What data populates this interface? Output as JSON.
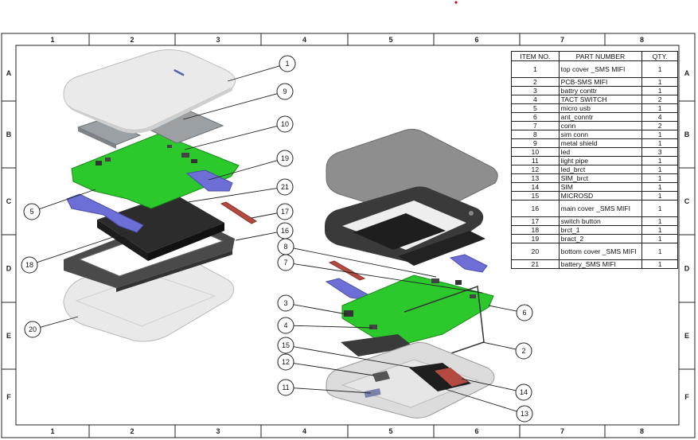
{
  "zone_columns": [
    "1",
    "2",
    "3",
    "4",
    "5",
    "6",
    "7",
    "8"
  ],
  "zone_rows": [
    "A",
    "B",
    "C",
    "D",
    "E",
    "F"
  ],
  "bom": {
    "headers": {
      "item": "ITEM NO.",
      "part": "PART NUMBER",
      "qty": "QTY."
    },
    "rows": [
      {
        "item": "1",
        "part": "top cover _SMS MIFI",
        "qty": "1"
      },
      {
        "item": "2",
        "part": "PCB-SMS MIFI",
        "qty": "1"
      },
      {
        "item": "3",
        "part": "battry conttr",
        "qty": "1"
      },
      {
        "item": "4",
        "part": "TACT SWITCH",
        "qty": "2"
      },
      {
        "item": "5",
        "part": "micro usb",
        "qty": "1"
      },
      {
        "item": "6",
        "part": "ant_conntr",
        "qty": "4"
      },
      {
        "item": "7",
        "part": "conn",
        "qty": "2"
      },
      {
        "item": "8",
        "part": "sim conn",
        "qty": "1"
      },
      {
        "item": "9",
        "part": "metal shield",
        "qty": "1"
      },
      {
        "item": "10",
        "part": "led",
        "qty": "3"
      },
      {
        "item": "11",
        "part": "light pipe",
        "qty": "1"
      },
      {
        "item": "12",
        "part": "led_brct",
        "qty": "1"
      },
      {
        "item": "13",
        "part": "SIM_brct",
        "qty": "1"
      },
      {
        "item": "14",
        "part": "SIM",
        "qty": "1"
      },
      {
        "item": "15",
        "part": "MICROSD",
        "qty": "1"
      },
      {
        "item": "16",
        "part": "main cover _SMS MIFI",
        "qty": "1"
      },
      {
        "item": "17",
        "part": "switch button",
        "qty": "1"
      },
      {
        "item": "18",
        "part": "brct_1",
        "qty": "1"
      },
      {
        "item": "19",
        "part": "bract_2",
        "qty": "1"
      },
      {
        "item": "20",
        "part": "bottom cover _SMS MIFI",
        "qty": "1"
      },
      {
        "item": "21",
        "part": "battery_SMS MIFI",
        "qty": "1"
      }
    ]
  },
  "balloons": [
    "1",
    "9",
    "10",
    "19",
    "21",
    "17",
    "16",
    "5",
    "18",
    "20",
    "8",
    "7",
    "6",
    "3",
    "4",
    "2",
    "15",
    "12",
    "14",
    "11",
    "13"
  ],
  "colors": {
    "pcb": "#2bc92b",
    "bracket": "#6d6fd6",
    "dark": "#3c3c3c",
    "cover": "#e8e8e8",
    "shield": "#9aa0a4",
    "switch": "#b24a40"
  }
}
